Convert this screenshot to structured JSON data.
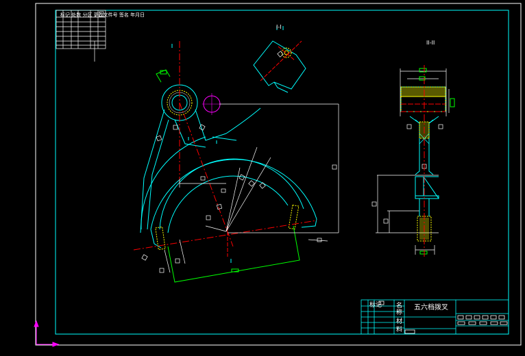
{
  "drawing": {
    "part_name": "五六档拨叉",
    "revision_table_title": "标记 处数 分区 更改文件号 签名 年月日",
    "section_label_top": "I-I",
    "section_label_right": "II-II"
  },
  "title_block": {
    "left_labels": [
      "标记"
    ],
    "right_labels": [
      "名",
      "称",
      "材",
      "料"
    ]
  },
  "colors": {
    "background": "#000000",
    "border": "#ffffff",
    "frame": "#00ffff",
    "centerline": "#ff0000",
    "dimension": "#ffffff",
    "section_fill": "#ffff00",
    "hidden": "#ff00ff",
    "green": "#00ff00"
  }
}
